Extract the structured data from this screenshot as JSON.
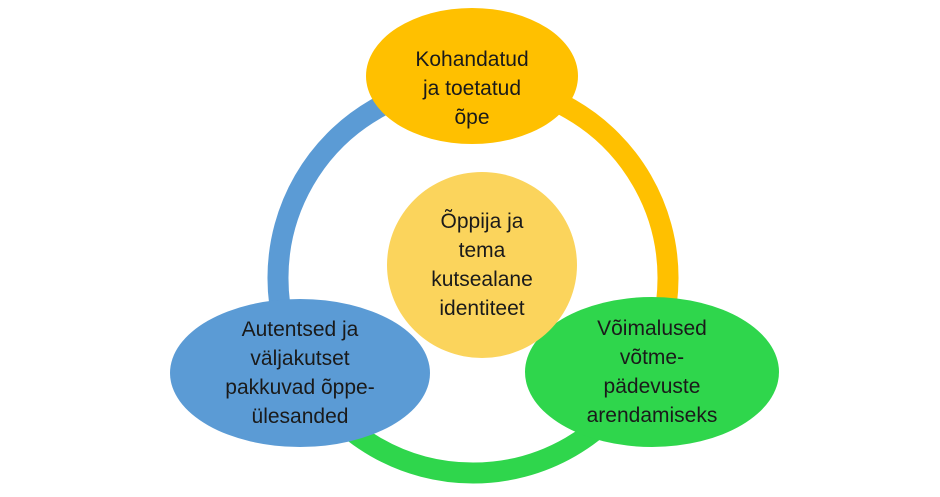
{
  "background_color": "#FFFFFF",
  "text_color": "#1A1A1A",
  "diagram": {
    "type": "cycle",
    "nodes": {
      "center": {
        "lines": [
          "Õppija ja",
          "tema",
          "kutsealane",
          "identiteet"
        ],
        "color": "#FBD45C"
      },
      "top": {
        "lines": [
          "Kohandatud",
          "ja toetatud",
          "õpe"
        ],
        "color": "#FFC000"
      },
      "left": {
        "lines": [
          "Autentsed ja",
          "väljakutset",
          "pakkuvad õppe-",
          "ülesanded"
        ],
        "color": "#5B9BD5"
      },
      "right": {
        "lines": [
          "Võimalused",
          "võtme-",
          "pädevuste",
          "arendamiseks"
        ],
        "color": "#2FD64C"
      }
    },
    "connectors": [
      {
        "from": "top",
        "to": "left",
        "color": "#5B9BD5"
      },
      {
        "from": "top",
        "to": "right",
        "color": "#FFC000"
      },
      {
        "from": "left",
        "to": "right",
        "color": "#2FD64C"
      }
    ]
  }
}
